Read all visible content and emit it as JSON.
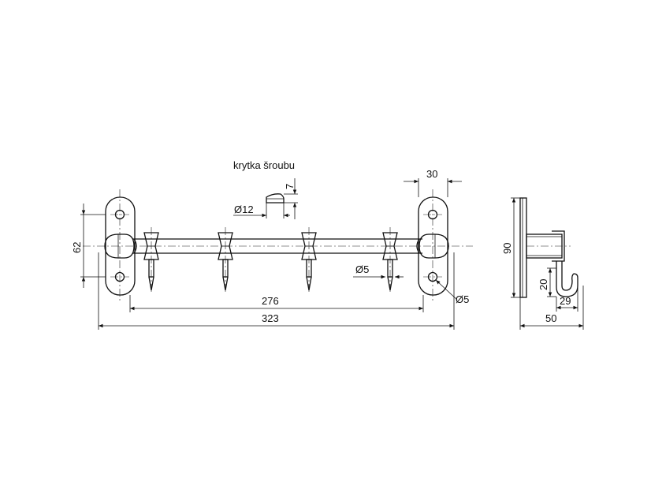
{
  "drawing": {
    "title": "",
    "screw_cover_label": "krytka šroubu",
    "colors": {
      "line": "#111111",
      "background": "#ffffff"
    },
    "dimensions": {
      "mount_width": "30",
      "cover_height": "7",
      "cover_diameter": "Ø12",
      "plate_height": "62",
      "hook_pin_diameter": "Ø5",
      "hole_diameter": "Ø5",
      "hook_spacing_total": "276",
      "overall_length": "323",
      "side_height": "90",
      "hook_drop": "20",
      "hook_offset": "29",
      "depth": "50"
    }
  }
}
